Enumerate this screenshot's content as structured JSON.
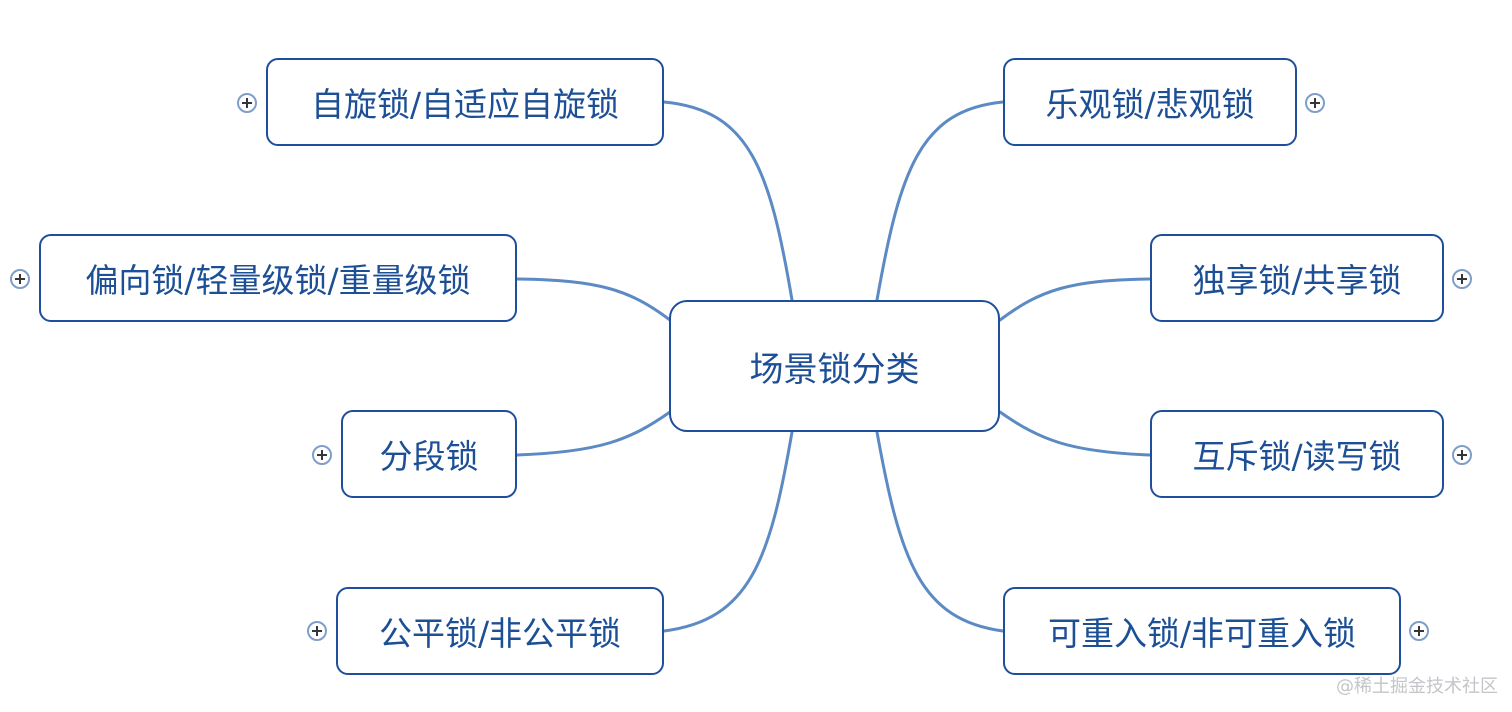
{
  "diagram": {
    "center": {
      "label": "场景锁分类"
    },
    "branches": [
      {
        "id": "spin-lock",
        "label": "自旋锁/自适应自旋锁"
      },
      {
        "id": "biased-lock",
        "label": "偏向锁/轻量级锁/重量级锁"
      },
      {
        "id": "segment-lock",
        "label": "分段锁"
      },
      {
        "id": "fair-lock",
        "label": "公平锁/非公平锁"
      },
      {
        "id": "optimistic-lock",
        "label": "乐观锁/悲观锁"
      },
      {
        "id": "exclusive-lock",
        "label": "独享锁/共享锁"
      },
      {
        "id": "mutex-lock",
        "label": "互斥锁/读写锁"
      },
      {
        "id": "reentrant-lock",
        "label": "可重入锁/非可重入锁"
      }
    ],
    "expand_icon": "plus-circle-icon",
    "colors": {
      "node_border": "#1f4e9a",
      "node_text": "#1c4f96",
      "connector": "#5b8ac4",
      "expand_border": "#7f9ec9"
    }
  },
  "watermark": "@稀土掘金技术社区"
}
